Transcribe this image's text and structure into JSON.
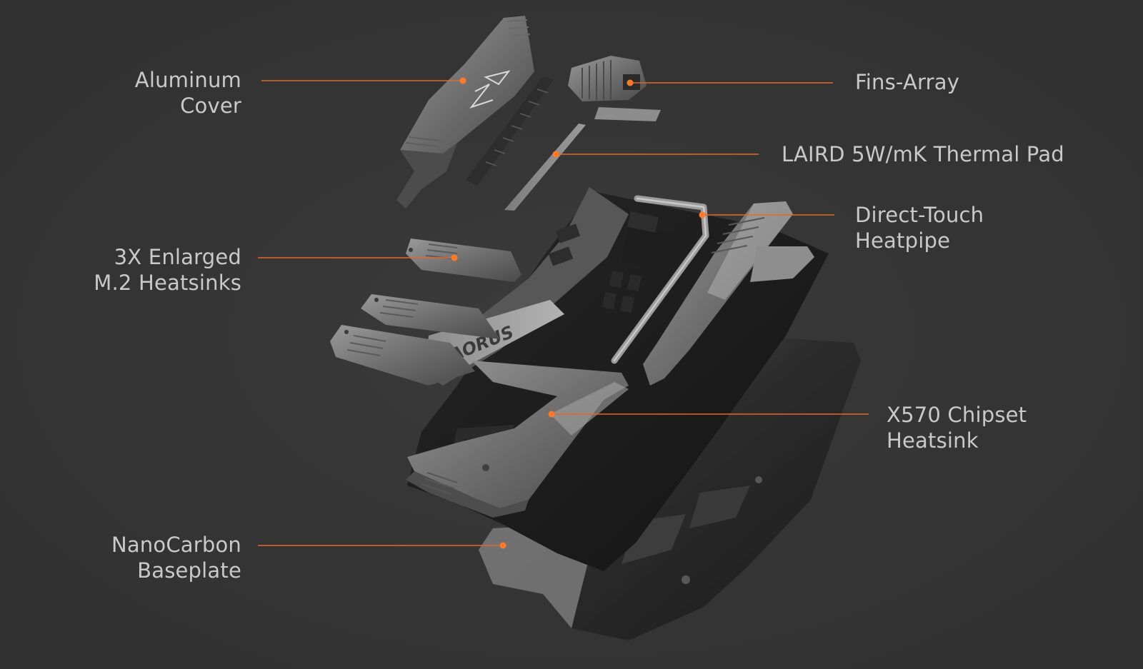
{
  "colors": {
    "background": "#353535",
    "label_text": "#c9c9c9",
    "leader_line": "#e0692a",
    "callout_dot": "#ff7a22"
  },
  "callouts": {
    "aluminum_cover": {
      "line1": "Aluminum",
      "line2": "Cover"
    },
    "fins_array": {
      "line1": "Fins-Array"
    },
    "thermal_pad": {
      "line1": "LAIRD 5W/mK Thermal Pad"
    },
    "heatpipe": {
      "line1": "Direct-Touch",
      "line2": "Heatpipe"
    },
    "m2_heatsinks": {
      "line1": "3X Enlarged",
      "line2": "M.2 Heatsinks"
    },
    "chipset_heatsink": {
      "line1": "X570 Chipset",
      "line2": "Heatsink"
    },
    "baseplate": {
      "line1": "NanoCarbon",
      "line2": "Baseplate"
    }
  },
  "illustration": {
    "subject": "exploded-view-motherboard",
    "branding": "AORUS"
  }
}
